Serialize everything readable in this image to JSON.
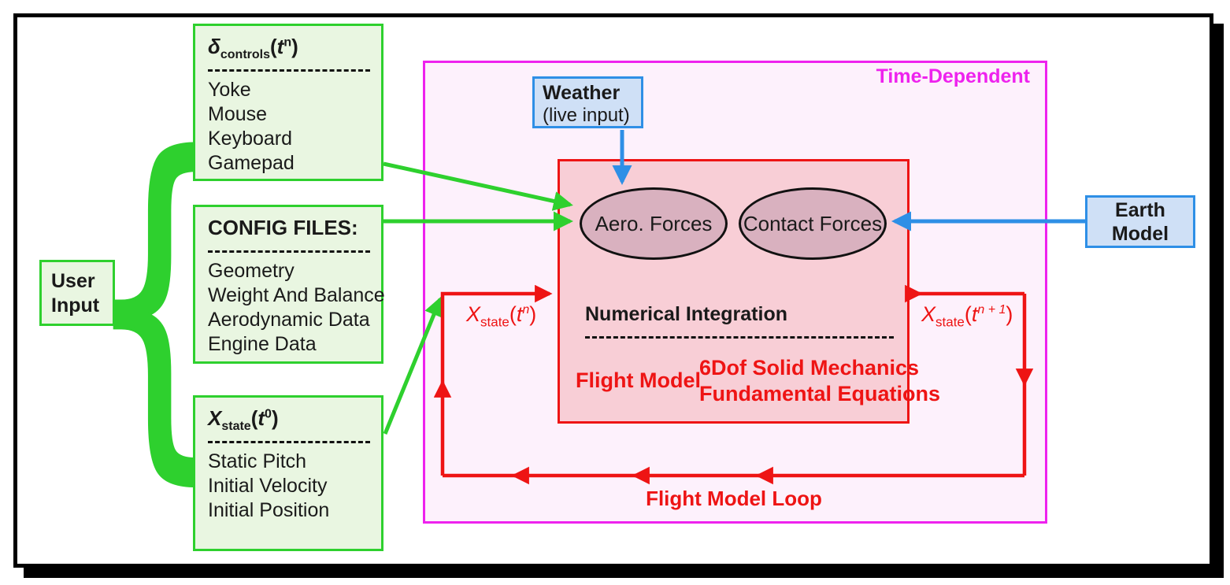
{
  "colors": {
    "green": "#2ed02e",
    "green_fill": "#e9f6e1",
    "magenta": "#ee22ee",
    "magenta_fill": "#fdf1fc",
    "red": "#ee1414",
    "red_fill": "#f8ced6",
    "ellipse_fill": "#d9b1bf",
    "blue": "#2e8fe6",
    "blue_fill": "#cfe0f6",
    "text": "#1a1a1a"
  },
  "user_input": {
    "label": "User Input",
    "brace": "{"
  },
  "controls_box": {
    "symbol": "δ",
    "subscript": "controls",
    "paren_open": "(",
    "var": "t",
    "superscript": "n",
    "paren_close": ")",
    "items": [
      "Yoke",
      "Mouse",
      "Keyboard",
      "Gamepad"
    ]
  },
  "config_box": {
    "title": "CONFIG FILES:",
    "items": [
      "Geometry",
      "Weight And Balance",
      "Aerodynamic Data",
      "Engine Data"
    ]
  },
  "state_box": {
    "symbol": "X",
    "subscript": "state",
    "paren_open": "(",
    "var": "t",
    "superscript": "0",
    "paren_close": ")",
    "items": [
      "Static Pitch",
      "Initial Velocity",
      "Initial Position"
    ]
  },
  "time_dependent": {
    "label": "Time-Dependent"
  },
  "weather_box": {
    "title": "Weather",
    "subtitle": "(live input)"
  },
  "earth_box": {
    "label": "Earth Model"
  },
  "flight_model_box": {
    "aero_ellipse": "Aero. Forces",
    "contact_ellipse": "Contact Forces",
    "heading": "Numerical Integration",
    "label_left": "Flight Model",
    "label_right_line1": "6Dof Solid Mechanics",
    "label_right_line2": "Fundamental Equations"
  },
  "loop": {
    "label": "Flight Model Loop",
    "state_n": {
      "symbol": "X",
      "subscript": "state",
      "paren_open": "(",
      "var": "t",
      "superscript": "n",
      "paren_close": ")"
    },
    "state_n1": {
      "symbol": "X",
      "subscript": "state",
      "paren_open": "(",
      "var": "t",
      "superscript": "n + 1",
      "paren_close": ")"
    }
  }
}
